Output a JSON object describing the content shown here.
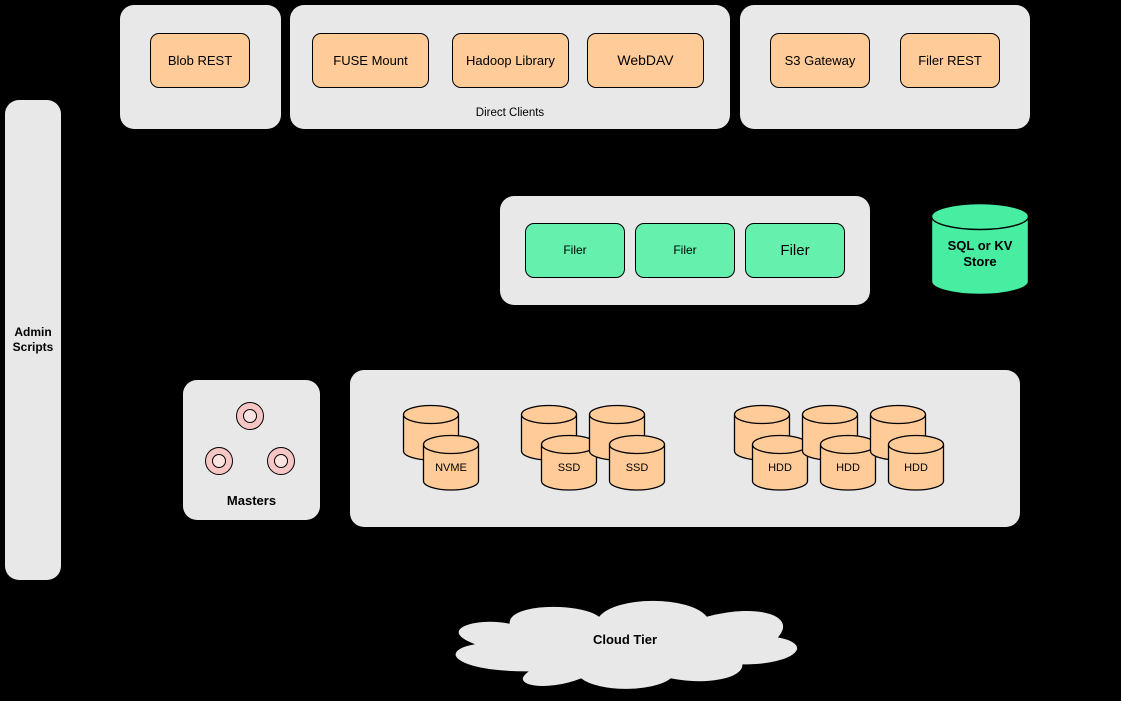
{
  "colors": {
    "background": "#000000",
    "panel": "#e8e8e8",
    "client_node": "#ffcc99",
    "filer_node": "#66f0ae",
    "store_cylinder": "#47eda1",
    "disk_cylinder": "#ffcc99",
    "master_node_outer": "#f5c6c4",
    "master_node_inner": "#fbe3e1",
    "node_border": "#000000"
  },
  "groups": {
    "blob": {
      "nodes": [
        {
          "label": "Blob REST"
        }
      ]
    },
    "direct_clients": {
      "label": "Direct Clients",
      "nodes": [
        {
          "label": "FUSE Mount"
        },
        {
          "label": "Hadoop Library"
        },
        {
          "label": "WebDAV"
        }
      ]
    },
    "gateways": {
      "nodes": [
        {
          "label": "S3 Gateway"
        },
        {
          "label": "Filer REST"
        }
      ]
    },
    "admin": {
      "label": "Admin Scripts"
    },
    "filers": {
      "nodes": [
        {
          "label": "Filer"
        },
        {
          "label": "Filer"
        },
        {
          "label": "Filer"
        }
      ]
    },
    "metadata_store": {
      "label": "SQL or KV Store"
    },
    "masters": {
      "label": "Masters",
      "node_count": 3
    },
    "volumes": {
      "nvme": {
        "label": "NVME"
      },
      "ssd": [
        {
          "label": "SSD"
        },
        {
          "label": "SSD"
        }
      ],
      "hdd": [
        {
          "label": "HDD"
        },
        {
          "label": "HDD"
        },
        {
          "label": "HDD"
        }
      ]
    },
    "cloud": {
      "label": "Cloud Tier"
    }
  }
}
